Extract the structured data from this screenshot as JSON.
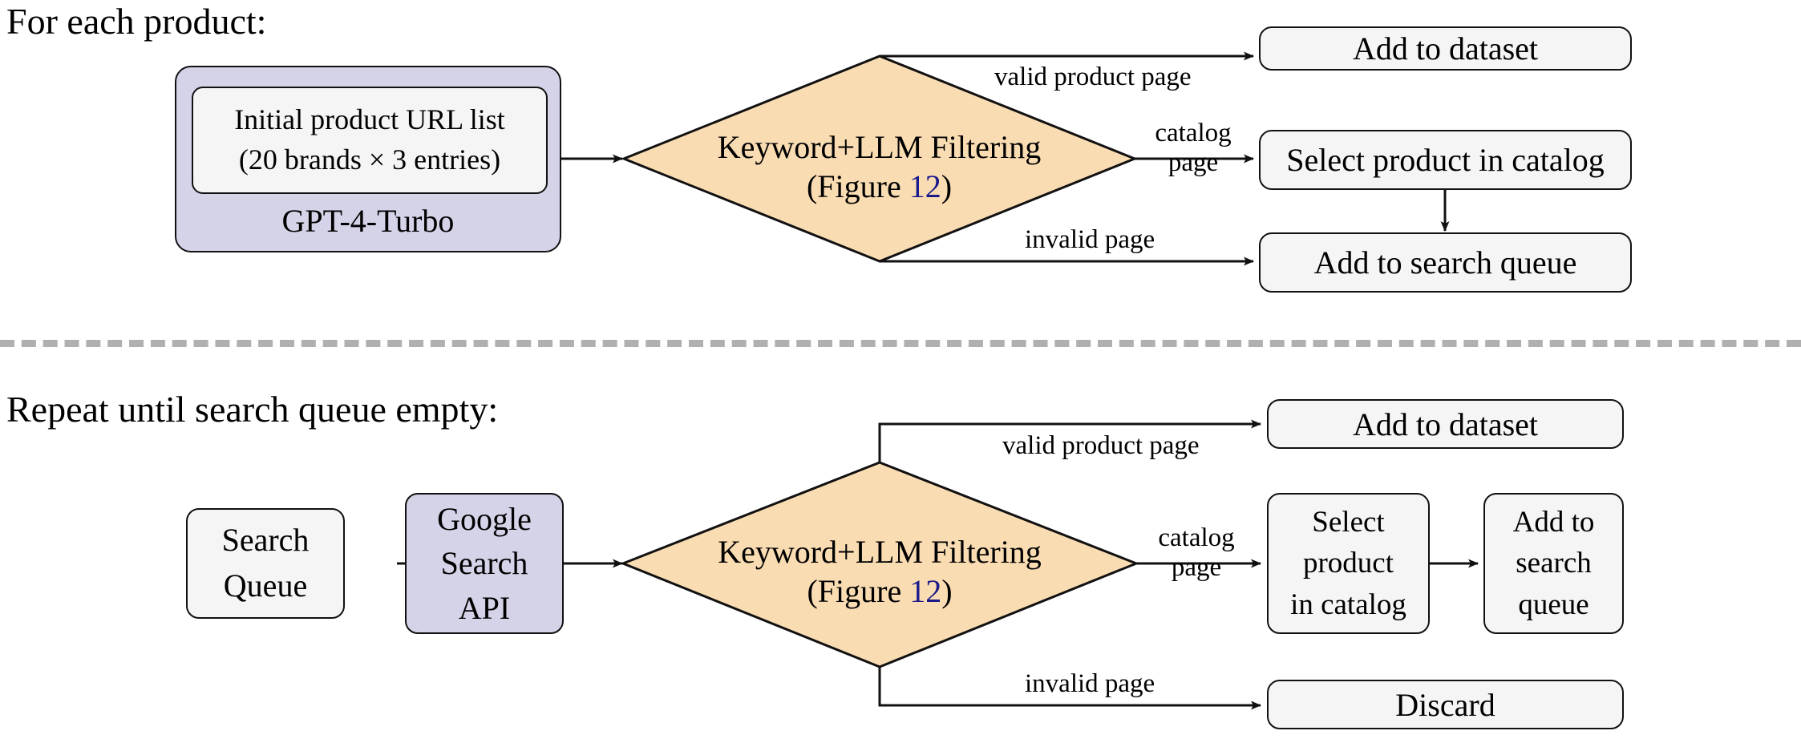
{
  "sections": {
    "top": {
      "title": "For each product:",
      "source_outer_label": "GPT-4-Turbo",
      "source_inner_line1": "Initial  product  URL  list",
      "source_inner_line2": "(20  brands  ×  3  entries)",
      "decision_line1": "Keyword+LLM Filtering",
      "decision_prefix": "(Figure ",
      "decision_ref": "12",
      "decision_suffix": ")",
      "edge_valid": "valid product page",
      "edge_catalog_line1": "catalog",
      "edge_catalog_line2": "page",
      "edge_invalid": "invalid page",
      "out_add_dataset": "Add to dataset",
      "out_select_catalog": "Select product in catalog",
      "out_add_queue": "Add to search queue"
    },
    "bottom": {
      "title": "Repeat until search queue empty:",
      "queue_line1": "Search",
      "queue_line2": "Queue",
      "api_line1": "Google",
      "api_line2": "Search",
      "api_line3": "API",
      "decision_line1": "Keyword+LLM Filtering",
      "decision_prefix": "(Figure ",
      "decision_ref": "12",
      "decision_suffix": ")",
      "edge_valid": "valid product page",
      "edge_catalog_line1": "catalog",
      "edge_catalog_line2": "page",
      "edge_invalid": "invalid page",
      "out_add_dataset": "Add to dataset",
      "out_select_line1": "Select",
      "out_select_line2": "product",
      "out_select_line3": "in catalog",
      "out_queue_line1": "Add to",
      "out_queue_line2": "search",
      "out_queue_line3": "queue",
      "out_discard": "Discard"
    }
  },
  "colors": {
    "decision_fill": "#fadcb3",
    "node_fill": "#f5f5f5",
    "accent_fill": "#d5d3e8",
    "stroke": "#111111",
    "divider": "#b0b0b0",
    "ref_link": "#1a1a8c"
  }
}
